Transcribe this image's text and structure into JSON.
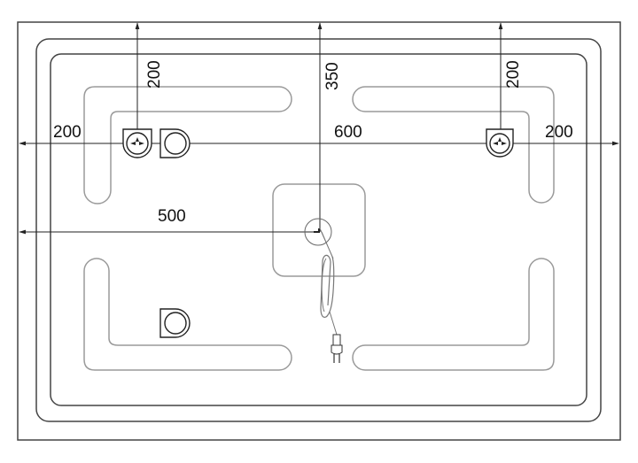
{
  "diagram": {
    "dimensions": {
      "left_switch_from_top": "200",
      "sensor_from_top": "350",
      "right_switch_from_top": "200",
      "left_switch_from_left": "200",
      "switch_spacing": "600",
      "right_switch_from_right": "200",
      "sensor_from_left": "500"
    }
  }
}
